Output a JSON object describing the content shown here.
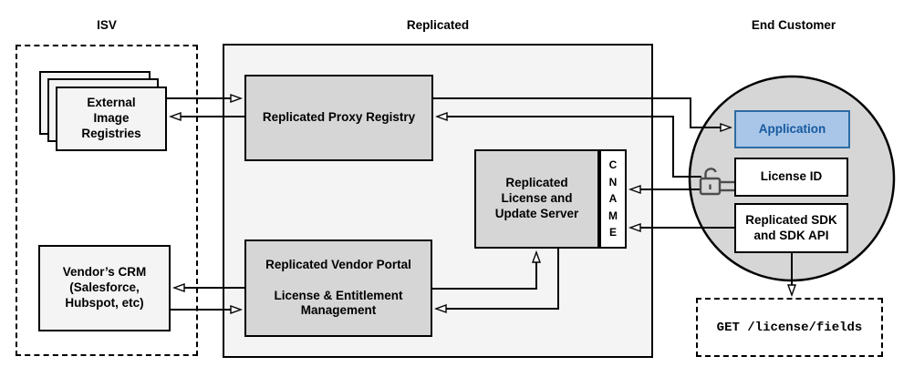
{
  "colors": {
    "container-fill": "#F4F4F4",
    "box-gray-fill": "#D6D6D6",
    "light-fill": "#F4F4F4",
    "circle-fill": "#D6D6D6",
    "blue-fill": "#A9C6E8",
    "blue-border": "#2D6CA2",
    "blue-text": "#17599E",
    "lock-color": "#4D4D4D"
  },
  "headers": {
    "isv": "ISV",
    "replicated": "Replicated",
    "end_customer": "End Customer"
  },
  "isv": {
    "registries_label": "External\nImage\nRegistries",
    "crm_label": "Vendor’s CRM\n(Salesforce,\nHubspot, etc)"
  },
  "replicated": {
    "proxy_registry_label": "Replicated Proxy Registry",
    "license_server_label": "Replicated\nLicense and\nUpdate Server",
    "cname_label": "C\nN\nA\nM\nE",
    "vendor_portal_label": "Replicated Vendor Portal\n\nLicense & Entitlement\nManagement"
  },
  "end_customer": {
    "application_label": "Application",
    "license_id_label": "License ID",
    "sdk_label": "Replicated SDK\nand SDK API",
    "api_call_label": "GET /license/fields"
  }
}
